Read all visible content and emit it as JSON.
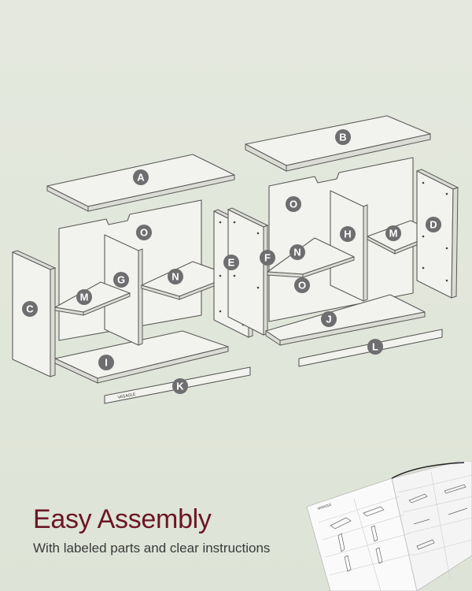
{
  "heading": "Easy Assembly",
  "subheading": "With labeled parts and clear instructions",
  "brand_logo_text": "VASAGLE",
  "colors": {
    "heading": "#6b1624",
    "badge": "#6e6e70",
    "background": "#e2e7db"
  },
  "parts": {
    "left_unit": [
      "A",
      "O",
      "C",
      "G",
      "M",
      "N",
      "E",
      "I",
      "K"
    ],
    "right_unit": [
      "B",
      "O",
      "F",
      "H",
      "N",
      "O",
      "M",
      "D",
      "J",
      "L"
    ]
  }
}
